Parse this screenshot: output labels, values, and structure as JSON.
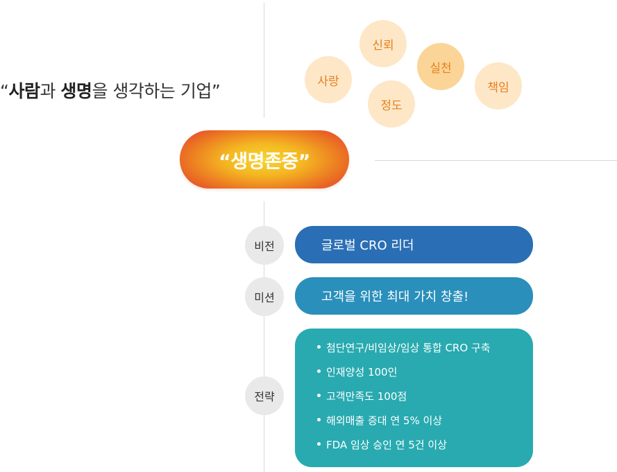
{
  "slogan": {
    "open_quote": "“",
    "word1": "사람",
    "conj1": "과 ",
    "word2": "생명",
    "rest": "을 생각하는 기업",
    "close_quote": "”"
  },
  "values": [
    "신뢰",
    "사랑",
    "실천",
    "정도",
    "책임"
  ],
  "core": {
    "label": "“생명존중”"
  },
  "vision": {
    "label": "비전",
    "text": "글로벌 CRO 리더"
  },
  "mission": {
    "label": "미션",
    "text": "고객을 위한 최대 가치 창출!"
  },
  "strategy": {
    "label": "전략",
    "items": [
      "첨단연구/비임상/임상 통합 CRO 구축",
      "인재양성 100인",
      "고객만족도 100점",
      "해외매출 증대 연 5% 이상",
      "FDA 임상 승인 연 5건 이상"
    ]
  },
  "colors": {
    "vision": "#2a6fb5",
    "mission": "#2a8fbb",
    "strategy": "#28aab0",
    "bubble_text": "#e6801e",
    "core_center": "#f7d532",
    "core_edge": "#e4482c"
  }
}
